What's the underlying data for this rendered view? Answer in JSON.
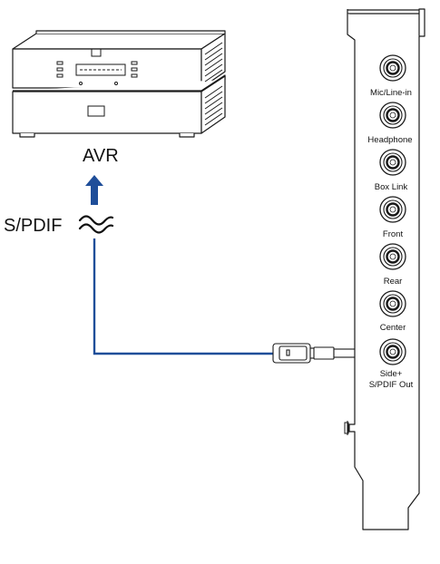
{
  "device": {
    "label": "AVR"
  },
  "signal": {
    "label": "S/PDIF",
    "symbol": "≈"
  },
  "card": {
    "ports": [
      {
        "name": "mic-line-in",
        "label": "Mic/Line-in"
      },
      {
        "name": "headphone",
        "label": "Headphone"
      },
      {
        "name": "box-link",
        "label": "Box Link"
      },
      {
        "name": "front",
        "label": "Front"
      },
      {
        "name": "rear",
        "label": "Rear"
      },
      {
        "name": "center",
        "label": "Center"
      },
      {
        "name": "side-spdif-out",
        "label": "Side+",
        "label2": "S/PDIF Out"
      }
    ]
  },
  "colors": {
    "cable": "#1f4e99",
    "line": "#1a1a1a",
    "fill": "#ffffff"
  }
}
